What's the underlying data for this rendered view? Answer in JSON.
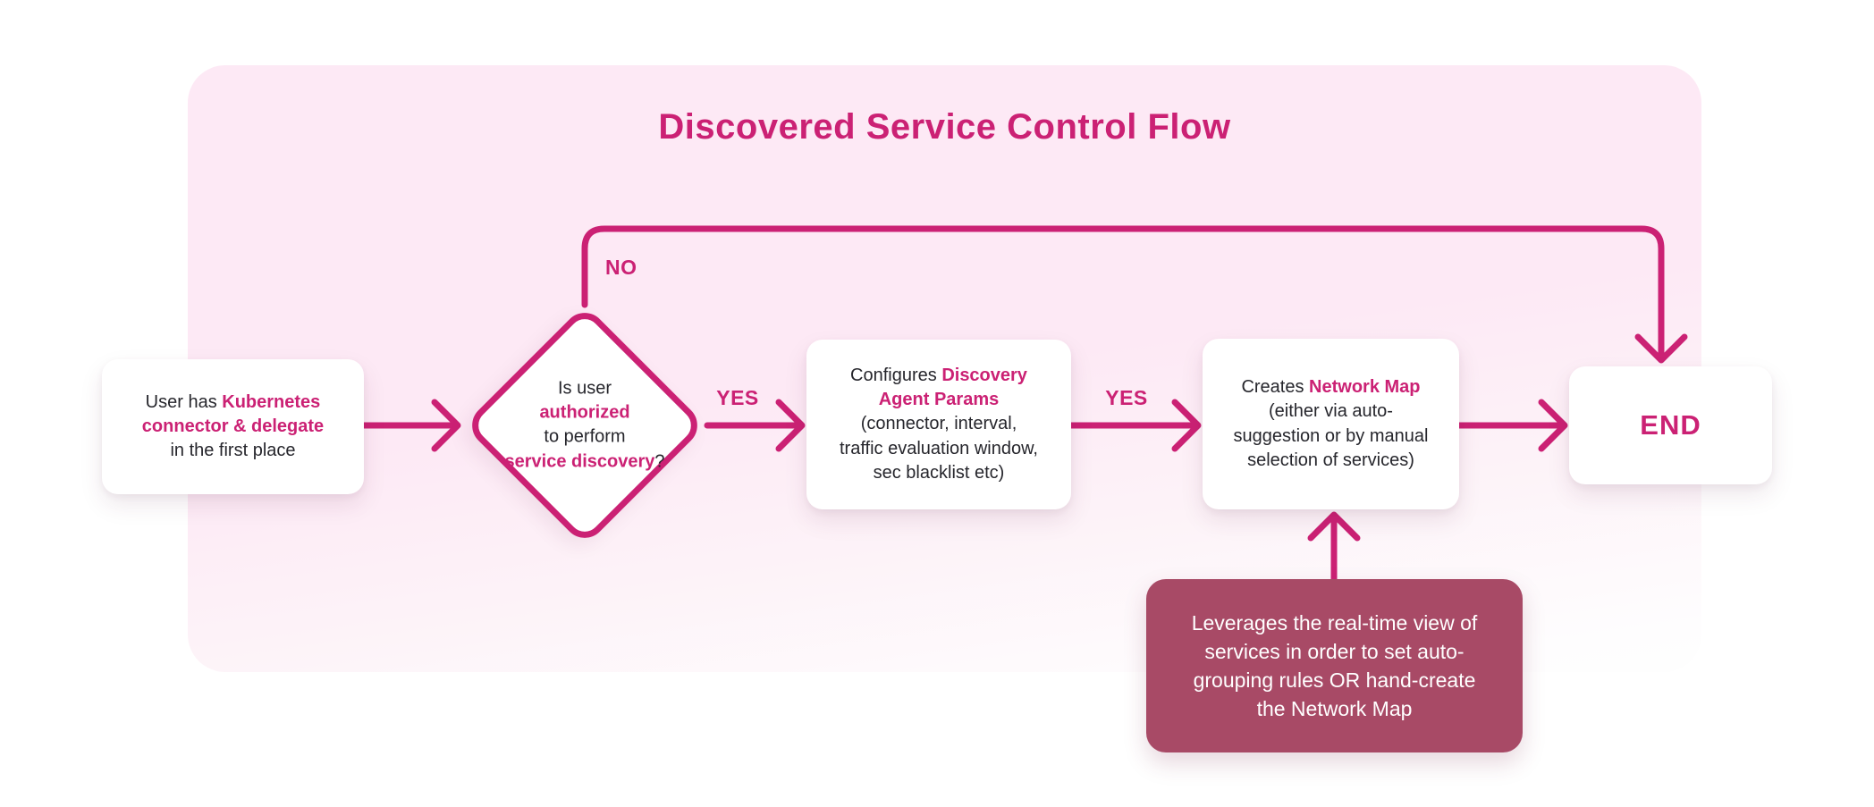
{
  "title": "Discovered Service Control Flow",
  "colors": {
    "accent": "#cb2174",
    "panel": "#fde9f5",
    "note_bg": "#a84a66",
    "node_bg": "#ffffff",
    "text": "#26262c",
    "note_text": "#ffffff"
  },
  "nodes": {
    "start": {
      "segments": [
        {
          "text": "User has "
        },
        {
          "text": "Kubernetes",
          "accent": true,
          "br": true
        },
        {
          "text": "connector & delegate",
          "accent": true,
          "br": true
        },
        {
          "text": "in the first place"
        }
      ]
    },
    "decision": {
      "segments": [
        {
          "text": "Is user",
          "br": true
        },
        {
          "text": "authorized",
          "accent": true,
          "br": true
        },
        {
          "text": "to perform",
          "br": true
        },
        {
          "text": "service discovery",
          "accent": true
        },
        {
          "text": "?"
        }
      ]
    },
    "configure": {
      "segments": [
        {
          "text": "Configures "
        },
        {
          "text": "Discovery",
          "accent": true,
          "br": true
        },
        {
          "text": "Agent Params",
          "accent": true,
          "br": true
        },
        {
          "text": "(connector, interval,",
          "br": true
        },
        {
          "text": "traffic evaluation window,",
          "br": true
        },
        {
          "text": "sec blacklist etc)"
        }
      ]
    },
    "create_map": {
      "segments": [
        {
          "text": "Creates "
        },
        {
          "text": "Network Map",
          "accent": true,
          "br": true
        },
        {
          "text": "(either via auto-",
          "br": true
        },
        {
          "text": "suggestion or by manual",
          "br": true
        },
        {
          "text": "selection of services)"
        }
      ]
    },
    "end": {
      "label": "END"
    },
    "note": {
      "segments": [
        {
          "text": "Leverages the real-time view of",
          "br": true
        },
        {
          "text": "services in order to set auto-",
          "br": true
        },
        {
          "text": "grouping rules OR hand-create",
          "br": true
        },
        {
          "text": "the Network Map"
        }
      ]
    }
  },
  "edge_labels": {
    "yes_to_configure": "YES",
    "yes_to_create": "YES",
    "no_to_end": "NO"
  }
}
